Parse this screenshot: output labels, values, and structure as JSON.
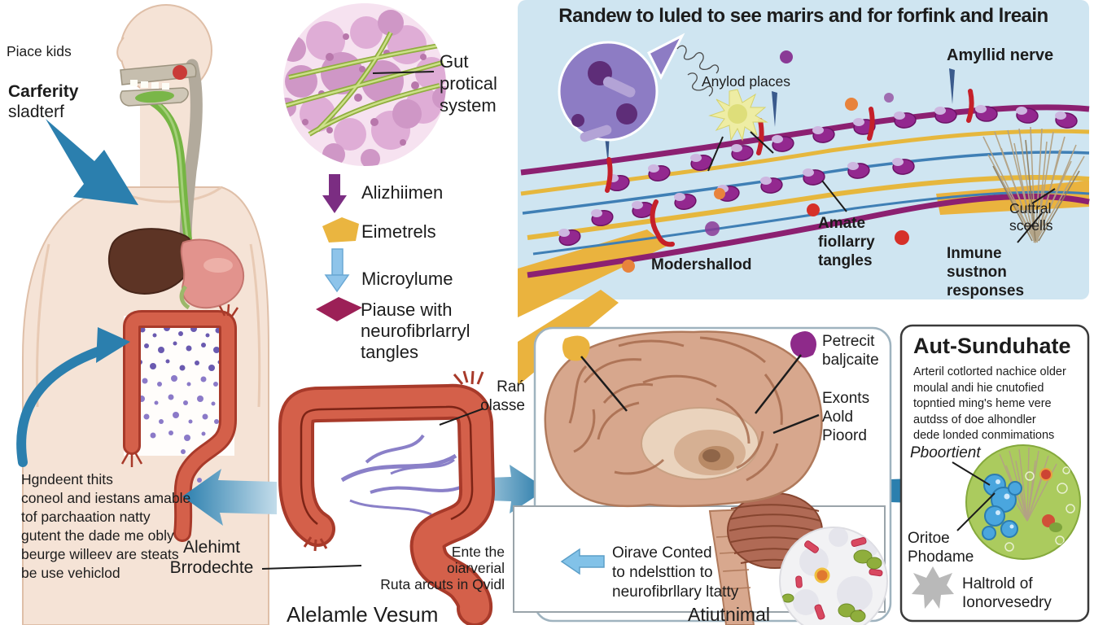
{
  "header": {
    "neuro_title": "Randew to luled to see marirs and for forfink and lreain"
  },
  "colors": {
    "arrow_teal": "#2b7fae",
    "panel_blue": "#cfe5f1",
    "legend_purple": "#7b2d82",
    "legend_gold": "#eab540",
    "legend_blue": "#8ec4ea",
    "legend_magenta": "#9c2057"
  },
  "body_section": {
    "label_mouth": "Piace kids",
    "label_throat": {
      "line1": "Carferity",
      "line2": "sladterf"
    },
    "paragraph": [
      "Hgndeent thits",
      "coneol and iestans amable",
      "tof parchaation natty",
      "gutent the dade me obly",
      "beurge willeev are steats",
      "be use vehiclod"
    ]
  },
  "micrograph_gut": {
    "label": {
      "line1": "Gut",
      "line2": "protical",
      "line3": "system"
    }
  },
  "legend": {
    "item1": {
      "label": "Alizhiimen"
    },
    "item2": {
      "label": "Eimetrels"
    },
    "item3": {
      "label": "Microylume"
    },
    "item4": {
      "line1": "Piause with",
      "line2": "neurofibrlarryl",
      "line3": "tangles"
    }
  },
  "neuro_panel": {
    "label_plaques": "Anylod places",
    "label_nerve": "Amyllid nerve",
    "label_degraded": "Modershallod",
    "label_tangles": {
      "line1": "Amate",
      "line2": "fiollarry",
      "line3": "tangles"
    },
    "label_immune": {
      "line1": "Inmune",
      "line2": "sustnon",
      "line3": "responses"
    },
    "label_glial": {
      "line1": "Cuttral",
      "line2": "sceells"
    }
  },
  "intestine_section": {
    "label_upper": {
      "line1": "Rań",
      "line2": "olasse"
    },
    "label_lower": {
      "line1": "Alehimt",
      "line2": "Brrodechte"
    },
    "note": {
      "line1": "Ente the",
      "line2": "oiarverial",
      "line3": "Ruta arcuts in Qvidl"
    },
    "caption": "Alelamle Vesum"
  },
  "brain_panel": {
    "label_top": {
      "line1": "Petrecit",
      "line2": "baljcaite"
    },
    "label_right": {
      "line1": "Exonts",
      "line2": "Aold",
      "line3": "Pioord"
    },
    "note_box": {
      "line1": "Oirave Conted",
      "line2": "to ndelsttion to",
      "line3": "neurofibrllary ltatty"
    },
    "caption": "Atiutnimal"
  },
  "side_panel": {
    "title": "Aut-Sunduhate",
    "body": [
      "Arteril cotlorted nachice older",
      "moulal andi hie cnutofied",
      "topntied ming's heme vere",
      "autdss of doe alhondler",
      "dede londed conmimations"
    ],
    "label_italic": "Pboortient",
    "label_microglia": {
      "line1": "Oritoe",
      "line2": "Phodame"
    },
    "label_star": {
      "line1": "Haltrold of",
      "line2": "Ionorvesedry"
    }
  }
}
